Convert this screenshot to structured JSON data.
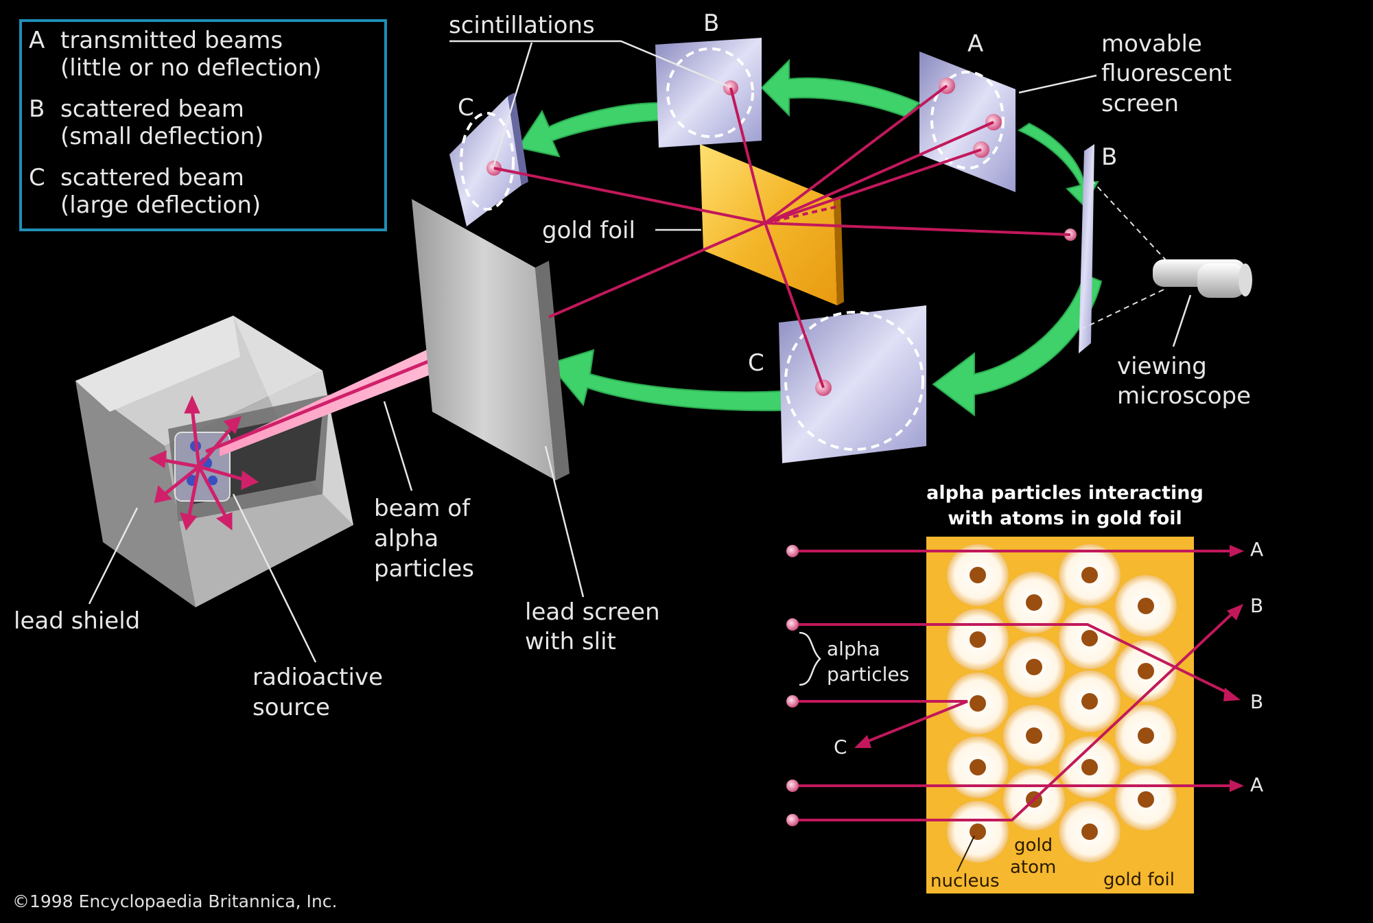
{
  "legend": {
    "items": [
      {
        "key": "A",
        "line1": "transmitted beams",
        "line2": "(little or no deflection)"
      },
      {
        "key": "B",
        "line1": "scattered beam",
        "line2": "(small deflection)"
      },
      {
        "key": "C",
        "line1": "scattered beam",
        "line2": "(large deflection)"
      }
    ],
    "border_color": "#1f8fb8"
  },
  "labels": {
    "scintillations": "scintillations",
    "screen_b_top": "B",
    "screen_a_top": "A",
    "screen_c_left": "C",
    "screen_b_right": "B",
    "screen_c_bottom": "C",
    "movable_screen": [
      "movable",
      "fluorescent",
      "screen"
    ],
    "gold_foil": "gold foil",
    "viewing_microscope": [
      "viewing",
      "microscope"
    ],
    "beam": [
      "beam of",
      "alpha",
      "particles"
    ],
    "lead_screen": [
      "lead screen",
      "with slit"
    ],
    "lead_shield": "lead shield",
    "radioactive_source": [
      "radioactive",
      "source"
    ]
  },
  "inset": {
    "title": [
      "alpha particles interacting",
      "with atoms in gold foil"
    ],
    "alpha_particles": [
      "alpha",
      "particles"
    ],
    "beam_labels": {
      "a1": "A",
      "b1": "B",
      "b2": "B",
      "a2": "A",
      "c": "C"
    },
    "gold_atom": [
      "gold",
      "atom"
    ],
    "nucleus": "nucleus",
    "gold_foil": "gold foil"
  },
  "copyright": "©1998 Encyclopaedia Britannica, Inc.",
  "colors": {
    "background": "#000000",
    "beam": "#c2185b",
    "foil": "#f5b82e",
    "arrow": "#3fd16a",
    "screen": "#c8c8e8",
    "nucleus": "#9a4e10"
  }
}
